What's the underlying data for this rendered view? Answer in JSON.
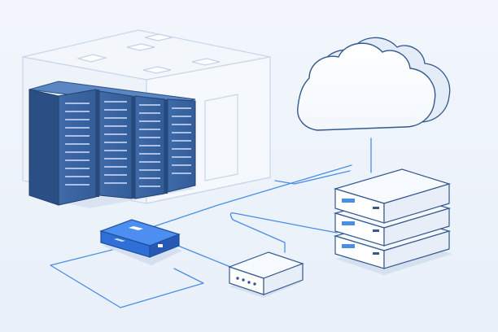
{
  "scene": {
    "palette": {
      "background": "#eef3fa",
      "room_line": "#c9d6ea",
      "rack_dark": "#2f558c",
      "rack_mid": "#3c69a6",
      "rack_light": "#5b86c1",
      "accent_blue": "#3b7ae0",
      "cable_blue": "#4a8ee6",
      "device_white": "#ffffff",
      "outline": "#34588f",
      "shadow": "#d3deee"
    },
    "objects": [
      {
        "name": "server-room-rack-row",
        "icon": "server-racks-icon",
        "rack_count": 4
      },
      {
        "name": "cloud",
        "icon": "cloud-icon"
      },
      {
        "name": "server-stack",
        "icon": "server-stack-icon",
        "unit_count": 3
      },
      {
        "name": "blue-router",
        "icon": "router-icon"
      },
      {
        "name": "white-modem",
        "icon": "modem-icon",
        "indicator_lights": 4
      }
    ],
    "connections": [
      "cloud-to-server-stack",
      "server-stack-to-rack-row",
      "server-stack-to-modem",
      "router-to-modem",
      "router-loop"
    ]
  }
}
